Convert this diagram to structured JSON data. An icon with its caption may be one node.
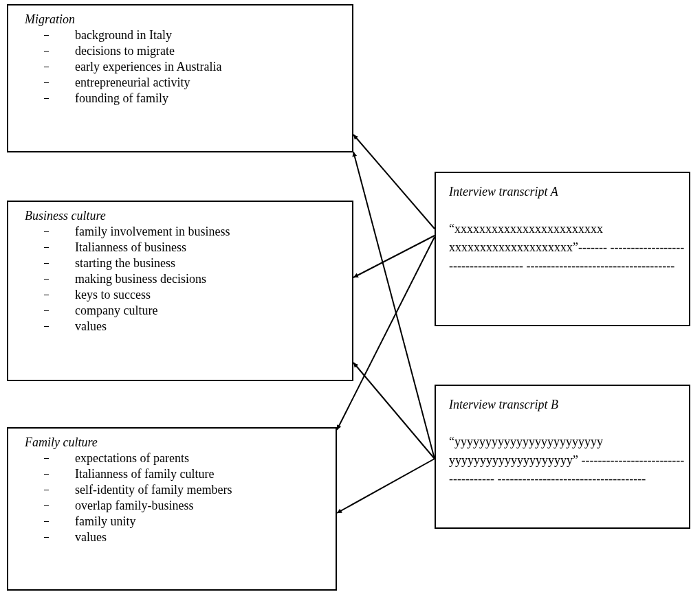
{
  "diagram": {
    "nodes": [
      {
        "text": [
          "Migration",
          "background in Italy",
          "decisions to migrate",
          "early experiences in Australia",
          "entrepreneurial activity",
          "founding of family"
        ]
      },
      {
        "text": [
          "Business culture",
          "family involvement in business",
          "Italianness of business",
          "starting the business",
          "making business decisions",
          "keys to success",
          "company culture",
          "values"
        ]
      },
      {
        "text": [
          "Family culture",
          "expectations of parents",
          "Italianness of family culture",
          "self-identity of family members",
          "overlap family-business",
          "family unity",
          "values"
        ]
      },
      {
        "text": [
          "Interview transcript A",
          "“xxxxxxxxxxxxxxxxxxxxxxxx xxxxxxxxxxxxxxxxxxxx”------- ------------------------------------ ------------------------------------"
        ]
      },
      {
        "text": [
          "Interview transcript B",
          "“yyyyyyyyyyyyyyyyyyyyyyyy yyyyyyyyyyyyyyyyyyyy” ------------------------------------ ------------------------------------"
        ]
      }
    ],
    "edges": [
      {
        "from": 3,
        "to": 0,
        "arrow": "to"
      },
      {
        "from": 3,
        "to": 1,
        "arrow": "to"
      },
      {
        "from": 3,
        "to": 2,
        "arrow": "to"
      },
      {
        "from": 4,
        "to": 0,
        "arrow": "to"
      },
      {
        "from": 4,
        "to": 1,
        "arrow": "to"
      },
      {
        "from": 4,
        "to": 2,
        "arrow": "to"
      }
    ]
  }
}
